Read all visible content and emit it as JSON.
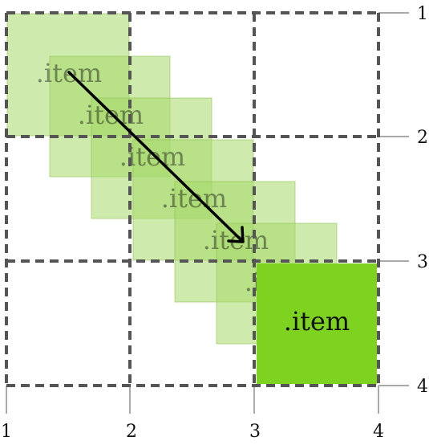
{
  "item_label": ".item",
  "grid_lines": {
    "columns": [
      "1",
      "2",
      "3",
      "4"
    ],
    "rows": [
      "1",
      "2",
      "3",
      "4"
    ]
  },
  "colors": {
    "grid_dashed": "#555555",
    "axis_line": "#aaaaaa",
    "ghost_fill": "#a6d96a",
    "ghost_stroke": "#8fbf56",
    "final_fill": "#7ed321",
    "arrow": "#000000",
    "label": "#111111"
  }
}
